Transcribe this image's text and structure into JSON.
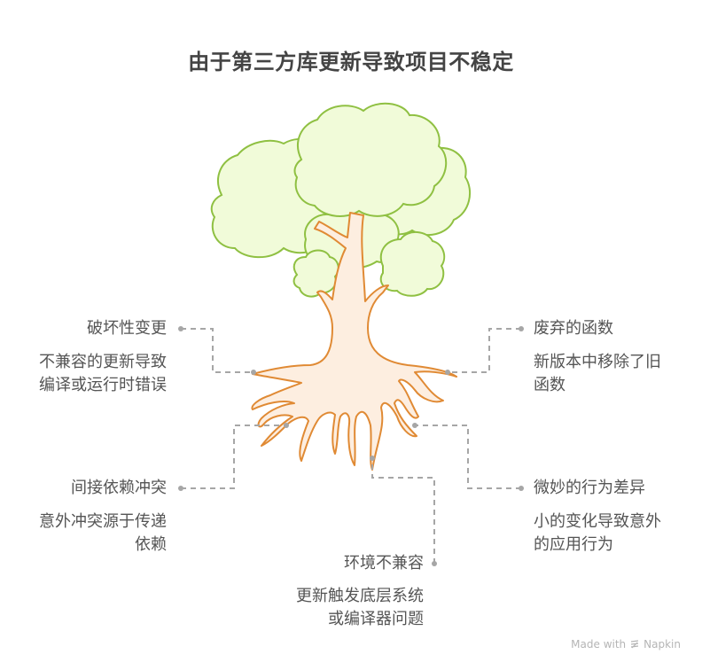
{
  "title": "由于第三方库更新导致项目不稳定",
  "colors": {
    "canopy_fill": "#f1fbd9",
    "canopy_stroke": "#8fc042",
    "trunk_fill": "#fdeee0",
    "trunk_stroke": "#e08a34",
    "connector": "#a6a6a6",
    "text": "#555555"
  },
  "items": [
    {
      "id": "breaking-changes",
      "label": "破坏性变更",
      "description": "不兼容的更新导致编译或运行时错误",
      "lines": [
        "不兼容的更新导致",
        "编译或运行时错误"
      ],
      "side": "left"
    },
    {
      "id": "deprecated-functions",
      "label": "废弃的函数",
      "description": "新版本中移除了旧函数",
      "lines": [
        "新版本中移除了旧",
        "函数"
      ],
      "side": "right"
    },
    {
      "id": "transitive-conflicts",
      "label": "间接依赖冲突",
      "description": "意外冲突源于传递依赖",
      "lines": [
        "意外冲突源于传递",
        "依赖"
      ],
      "side": "left"
    },
    {
      "id": "subtle-behavior",
      "label": "微妙的行为差异",
      "description": "小的变化导致意外的应用行为",
      "lines": [
        "小的变化导致意外",
        "的应用行为"
      ],
      "side": "right"
    },
    {
      "id": "env-incompatibility",
      "label": "环境不兼容",
      "description": "更新触发底层系统或编译器问题",
      "lines": [
        "更新触发底层系统",
        "或编译器问题"
      ],
      "side": "bottom"
    }
  ],
  "footer": {
    "text": "Made with",
    "brand": "Napkin",
    "icon": "napkin-logo-icon"
  }
}
